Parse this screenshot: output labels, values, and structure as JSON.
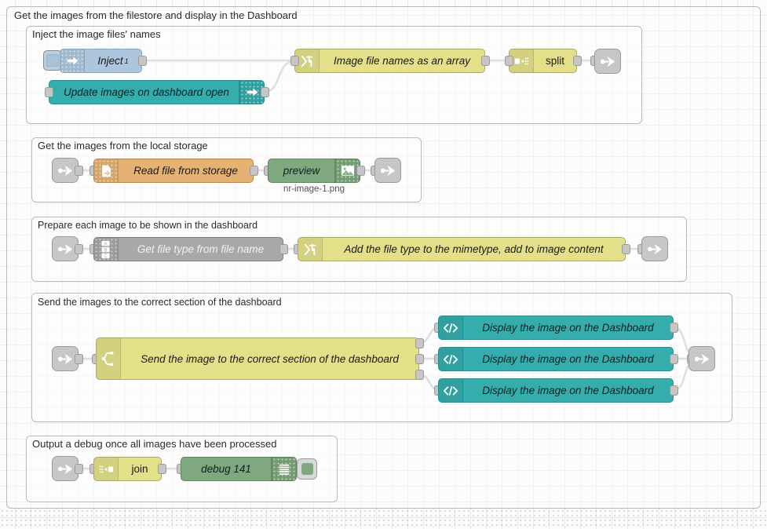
{
  "canvas": {
    "background": "#fbfbfc",
    "grid_color": "#a0aac8"
  },
  "palette": {
    "yellow": "#e4e08a",
    "teal": "#35adad",
    "green": "#7fa87f",
    "orange": "#e6b274",
    "grey": "#a8a8a8",
    "bluegrey": "#aec6dd",
    "link": "#c7c7c7",
    "group_border": "#b5b9c6",
    "wire": "#a9a9a9"
  },
  "groups": {
    "outer": {
      "label": "Get the images from the filestore and display in the Dashboard"
    },
    "inject": {
      "label": "Inject the image files' names"
    },
    "storage": {
      "label": "Get the images from the local storage"
    },
    "prepare": {
      "label": "Prepare each image to be shown in the dashboard"
    },
    "send": {
      "label": "Send the images to the correct section of the dashboard"
    },
    "debug": {
      "label": "Output a debug once all images have been processed"
    }
  },
  "nodes": {
    "inject": {
      "label": "Inject",
      "superscript": "1",
      "icon": "inject-arrow-icon",
      "color": "#aec6dd"
    },
    "update_images": {
      "label": "Update images on dashboard open",
      "icon": "inject-arrow-icon",
      "color": "#35adad"
    },
    "image_file_names": {
      "label": "Image file names as an array",
      "icon": "function-icon",
      "color": "#e4e08a"
    },
    "split": {
      "label": "split",
      "icon": "split-icon",
      "color": "#e4e08a"
    },
    "read_file": {
      "label": "Read file from storage",
      "icon": "file-in-icon",
      "color": "#e6b274"
    },
    "preview": {
      "label": "preview",
      "icon": "image-icon",
      "color": "#7fa87f",
      "status": "nr-image-1.png"
    },
    "get_file_type": {
      "label": "Get file type from file name",
      "icon": "abc-change-icon",
      "color": "#a8a8a8"
    },
    "add_mimetype": {
      "label": "Add the file type to the mimetype, add to image content",
      "icon": "function-icon",
      "color": "#e4e08a"
    },
    "send_section": {
      "label": "Send the image to the correct section of the dashboard",
      "icon": "switch-icon",
      "color": "#e4e08a"
    },
    "display_1": {
      "label": "Display the image on the Dashboard",
      "icon": "template-code-icon",
      "color": "#35adad"
    },
    "display_2": {
      "label": "Display the image on the Dashboard",
      "icon": "template-code-icon",
      "color": "#35adad"
    },
    "display_3": {
      "label": "Display the image on the Dashboard",
      "icon": "template-code-icon",
      "color": "#35adad"
    },
    "join": {
      "label": "join",
      "icon": "join-icon",
      "color": "#e4e08a"
    },
    "debug141": {
      "label": "debug 141",
      "icon": "debug-lines-icon",
      "color": "#7fa87f"
    }
  },
  "link_nodes": {
    "link_out_1": {
      "icon": "link-out-icon"
    },
    "link_in_2": {
      "icon": "link-in-icon"
    },
    "link_out_2": {
      "icon": "link-out-icon"
    },
    "link_in_3": {
      "icon": "link-in-icon"
    },
    "link_out_3": {
      "icon": "link-out-icon"
    },
    "link_in_4": {
      "icon": "link-in-icon"
    },
    "link_out_4": {
      "icon": "link-out-icon"
    },
    "link_in_5": {
      "icon": "link-in-icon"
    }
  }
}
